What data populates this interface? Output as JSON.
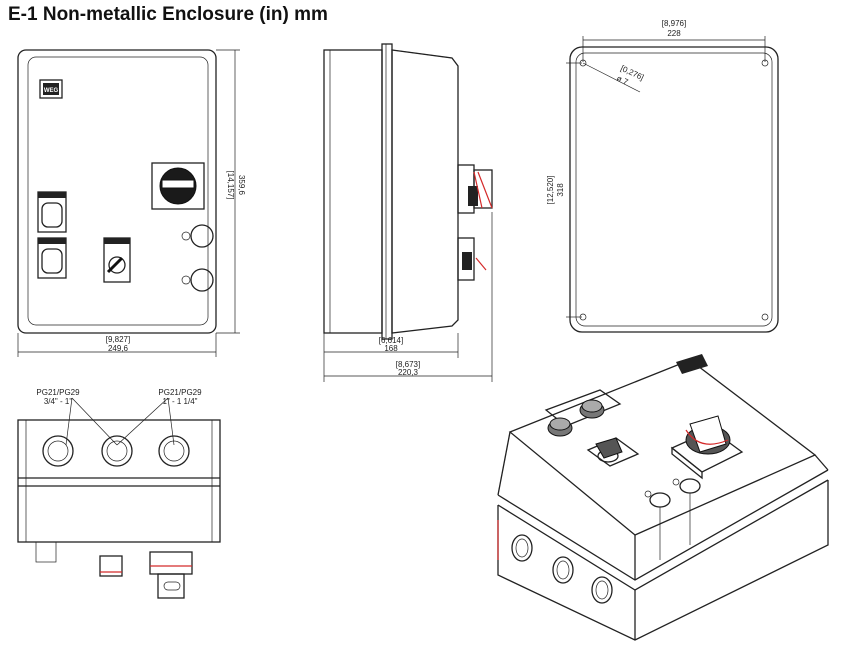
{
  "title": "E-1 Non-metallic Enclosure (in) mm",
  "logo_text": "WEG",
  "front_view": {
    "height_in": "[14,157]",
    "height_mm": "359,6",
    "width_in": "[9,827]",
    "width_mm": "249,6"
  },
  "side_view": {
    "depth_in": "[6,614]",
    "depth_mm": "168",
    "overall_in": "[8,673]",
    "overall_mm": "220,3"
  },
  "back_view": {
    "width_in": "[8,976]",
    "width_mm": "228",
    "height_in": "[12,520]",
    "height_mm": "318",
    "hole_in": "[0,276]",
    "hole_mm": "ø 7"
  },
  "bottom_view": {
    "gland_left_l1": "PG21/PG29",
    "gland_left_l2": "3/4\" - 1\"",
    "gland_right_l1": "PG21/PG29",
    "gland_right_l2": "1\" - 1 1/4\""
  },
  "colors": {
    "accent": "#d42a2a",
    "line": "#222222"
  }
}
